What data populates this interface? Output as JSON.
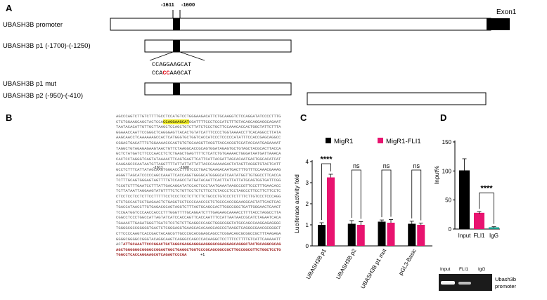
{
  "panels": {
    "a": "A",
    "b": "B",
    "c": "C",
    "d": "D"
  },
  "panelA": {
    "site_left": "-1611",
    "site_right": "-1600",
    "exon_label": "Exon1",
    "promoter_label": "UBASH3B promoter",
    "p1_label": "UBASH3B p1 (-1700)-(-1250)",
    "seq_wt": "CCAGGAAGCAT",
    "seq_mut_pre": "CCA",
    "seq_mut_red": "CC",
    "seq_mut_post": "AAGCAT",
    "p1mut_label": "UBASH3B p1 mut",
    "p2_label": "UBASH3B p2 (-950)-(-410)"
  },
  "panelB": {
    "marker_left": "-1611",
    "marker_right": "-1600",
    "marker_plus1": "+1",
    "seq_before_highlight": "AGCCCAGTCTTGTCTTTTGCCTCCATGTCCTGGGAAGACATTCTGCAAGGTCTCCAGGATATCCCCTTTGCTCTGGAAGCAGCTACTCCA",
    "seq_highlight": "CCAGGAAGCAT",
    "seq_after_highlight": "GGATTTTCCCTCCCATCTTTGTACAGCAGGAGGCAGAATTAATACACATTGTTGCTTAAGCTCCAGCTGTCTTATCTCCCTGCTTCCAAACACCACTGGCTATTCTTTAGGAAACCAATTCCGGGCTCAGGGAGTTACACTGTATCATTTCCCCTGGTAAAACCTTCACAGGCCTTATAAAGCAACCTCAAAAAAGCCACTCATGGGTGCTGGTCACCATCCCTCCCCCATATTTCCACCGAGCAGGCCCGGACTGACATTTCTGGAAAACCCAGTGTGTGCAAGGTTAGGTTACCACGGTCCATACCAATGAGAAAATTAGGCTGTAGAGAGAAGTAACTGTTCTAAGGCACCGCAGTGGATAGAGTGCTGTAGCTACGCACTTACCAGCTCTATGATCTTCCCAACCTCTCTGAGCTGAGTTTTCTCATCTGTGAAAACTGGGATAATGATTAAACACACTCCTAGGGTCAGTATAAAACTTCAGTGAGTTCATTCATTACGATTAGCACAATGACTGGCACATCATCAAGAGCCCAATAATGTTAGGTTTTATTATTATTATTACCCAAAAAGACTATAGTTAGGGTGTACTCATTGCCTCTTTCATTATAGCAAGTGGGACCCTTGTCCCTGACTGAAGACAATGACTTTGTTTCCAAACGAAAGAGGGTTAGCATCCCCCAGCCAAATTCACCAGGTGGGGCATGGGGCATCAATATGGTTGTGGCCTTCACCATCTTTGCAGTGGGAGTAGTTTTGTCCAGCCTATGATACAATTCACTTATTATTATGCAGTGGTGATTCGGTCCGTCTTTGAATCCTTTATTGACAGGATATCCACTCCCTAATGAAATAAGCCCGTTCCCTTTGAACACCTCTTATAATTAGGAAGTATGTTTTCTCTGTTCCTCTCTTCCTCTACCCTCCTAGCCCTTCCTTCTTCCTCCTCCTCCTCCTCTTCCTTTTTCCTCCCTCCTCTTCTTCTGCCCTGTCCCTCTTTTCTTGTCCCTCCCAGGCTCTGCCACTCCTGAGAACTCTGAGGTCCTCCCCAACCCCTCTGCCCACCGGAAGGCACTATTCAGTCACTGACCATAACCTTGTGAGACGCAGTAGGTCTTTAGTGCAGCCACTTGGCCGGCTGATTGGGAACTCAACTTCCGATGGTCCCAACCACCCTTTGGGTTTTGCAGGATCTTTGAGAAGCAAAACCTTTTACCTAGGCCTTACGGCCTCCCTGGCCATTAGTATCATCCACCAGTTCACCAATTTCCATTAATAACCGCATCTAGAATCACATGAAACTTGAGATGGGTTGATCTCCTGTCTTGAGGCCCAGCTGGGCGGGTATGCCAGCCAAGGAGAGGGCTGGGGCGCCGGGGGTGACTCTCGGGAGGTGAAGCACACAAGCAGCCGTAAGGTCAGGGCGAACGCGGGCTCTTCCCCAAGTCACCGACTACAGCGTTGCCCGCACGGAGCAGCCTCGGACAGCGCGGCCGCTTTAAGAGAGGGGCGGGGCCGGGTACAGGCAAGTCAGGGCCAGCCCACAAGGCTCCTTTCCTTTTGTCATTCAAAAATTACT",
    "seq_red": "ATTGCAAATTCCCGGACTGCTAGGCGAGGAGGGAAGGGGCGGAGGAGCAGGGCTACTGCAGGCGCAGAGCTGGGGGGCGGGGCCGGAGTGGCTGAGGCTGGTCCCGCAGCGGCCGCTTGCCGGCGTTCTGGCTCCTGTGGCCTCACCAGGAAGCGTCAGAGTCCCGA"
  },
  "chart_data": [
    {
      "type": "bar",
      "title": "",
      "categories": [
        "UBASH3B p1",
        "UBASH3B p2",
        "UBASH3B p1 mut",
        "pGL3-Basic"
      ],
      "series": [
        {
          "name": "MigR1",
          "values": [
            1.0,
            1.05,
            1.15,
            1.05
          ],
          "errors": [
            0.1,
            0.15,
            0.08,
            0.12
          ],
          "color": "#000000"
        },
        {
          "name": "MigR1-FLI1",
          "values": [
            3.25,
            1.0,
            1.1,
            1.0
          ],
          "errors": [
            0.15,
            0.15,
            0.15,
            0.08
          ],
          "color": "#e8136f"
        }
      ],
      "xlabel": "",
      "ylabel": "Luciferase activity fold",
      "ylim": [
        0,
        4
      ],
      "yticks": [
        "0",
        "1",
        "2",
        "3",
        "4"
      ],
      "significance": [
        "****",
        "ns",
        "ns",
        "ns"
      ],
      "legend_placement": "top"
    },
    {
      "type": "bar",
      "title": "",
      "categories": [
        "Input",
        "FLI1",
        "IgG"
      ],
      "values": [
        101,
        28,
        3
      ],
      "errors": [
        20,
        2,
        1
      ],
      "colors": [
        "#000000",
        "#e8136f",
        "#1a9e8c"
      ],
      "xlabel": "",
      "ylabel": "Input%",
      "ylim": [
        0,
        150
      ],
      "yticks": [
        "0",
        "50",
        "100",
        "150"
      ],
      "significance": [
        {
          "between": [
            "FLI1",
            "IgG"
          ],
          "label": "****"
        }
      ]
    }
  ],
  "gel": {
    "lane_labels": [
      "Input",
      "FLI1",
      "IgG"
    ],
    "side_label_1": "Ubash3b",
    "side_label_2": "promoter"
  }
}
